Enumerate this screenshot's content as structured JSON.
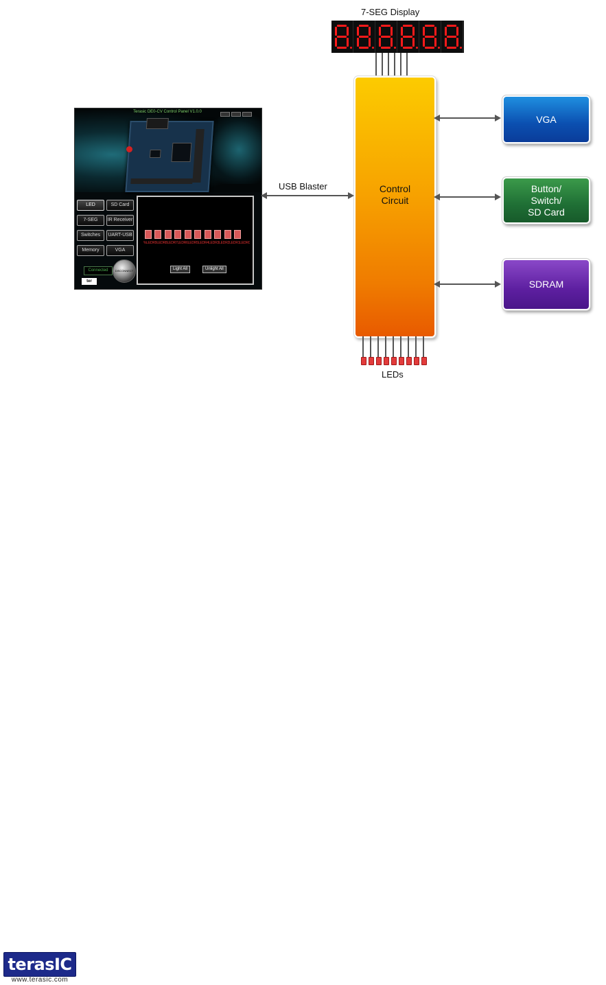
{
  "panel": {
    "title": "Terasic DE0-CV Control Panel V1.0.0",
    "nav": [
      "LED",
      "SD Card",
      "7-SEG",
      "IR Receiver",
      "Switches",
      "UART-USB",
      "Memory",
      "VGA"
    ],
    "active_nav": "LED",
    "led_labels": "%LEDR9LEDR8LEDR7LEDR6LEDR5LEDR4LEDR3LEDR2LEDR1LEDR0",
    "light_all": "Light All",
    "unlight_all": "Unlight All",
    "status": "Connected",
    "connect": "DISCONNECT"
  },
  "diagram": {
    "seg7_label": "7-SEG Display",
    "usb_label": "USB Blaster",
    "control_label_1": "Control",
    "control_label_2": "Circuit",
    "vga_label": "VGA",
    "button_label_1": "Button/",
    "button_label_2": "Switch/",
    "button_label_3": "SD Card",
    "sdram_label": "SDRAM",
    "leds_label": "LEDs",
    "colors": {
      "control_top": "#fccb00",
      "control_bottom": "#e85a00",
      "vga": "#0b4fb0",
      "button": "#1f6f35",
      "sdram": "#5d1fa0",
      "arrow": "#555555"
    }
  },
  "footer": {
    "logo": "terasIC",
    "url": "www.terasic.com"
  }
}
